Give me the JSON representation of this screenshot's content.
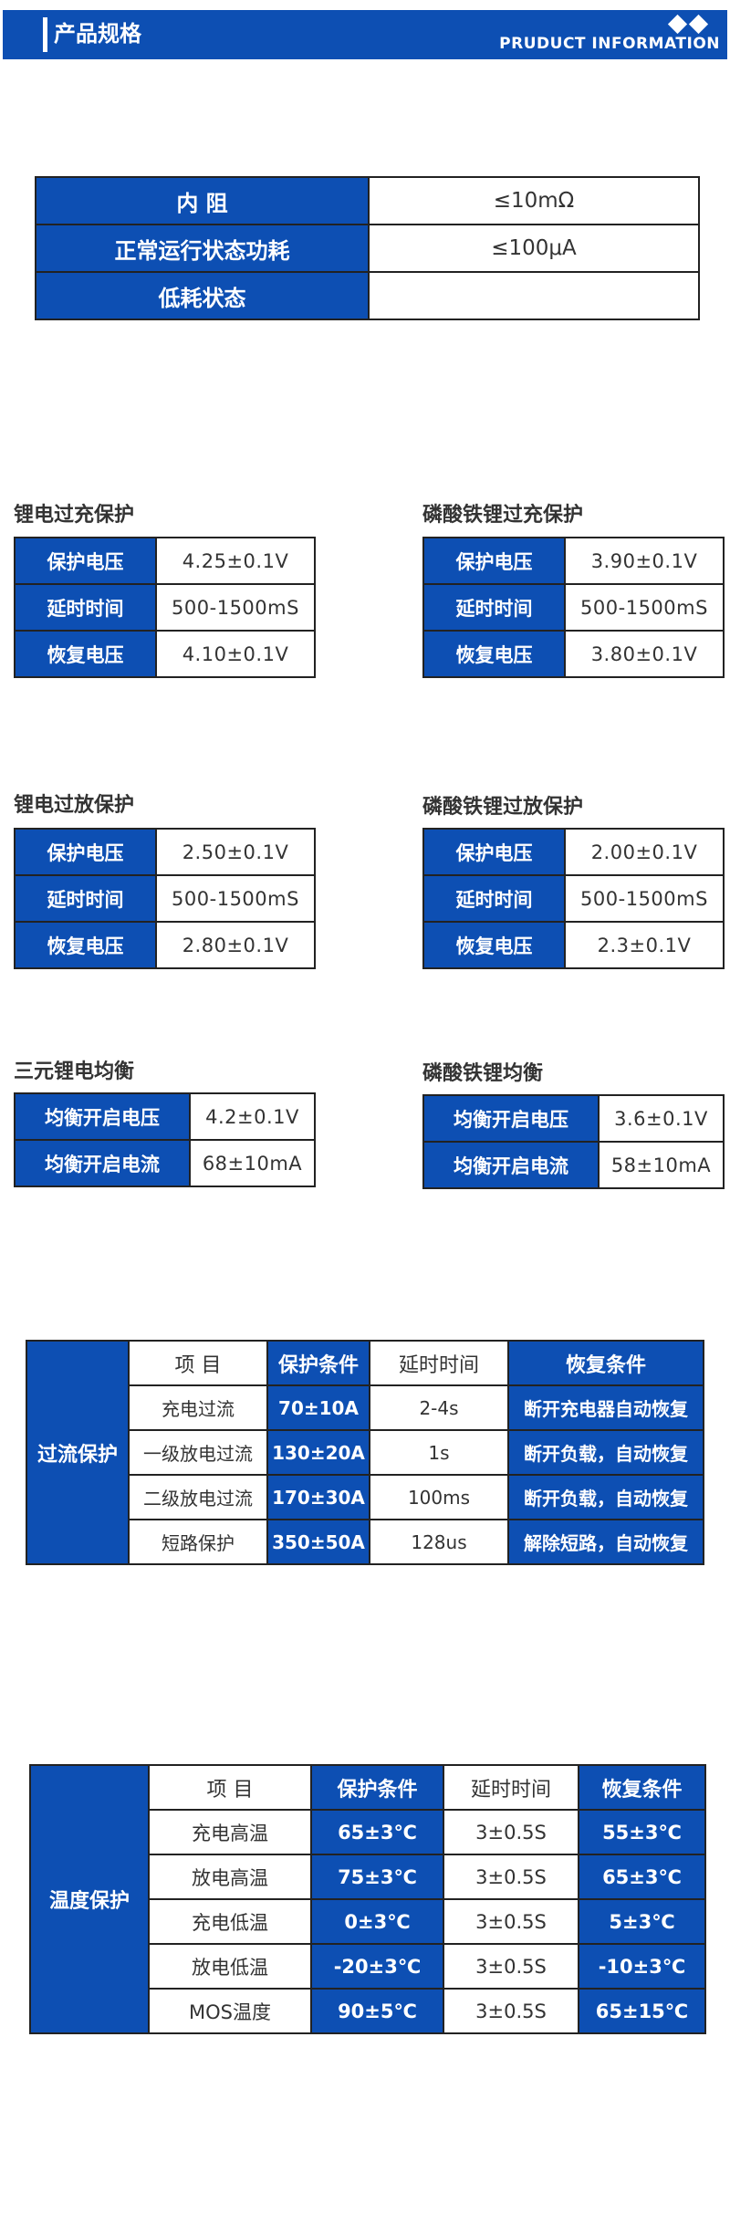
{
  "header": {
    "title": "产品规格",
    "subtitle": "PRUDUCT INFORMATION"
  },
  "main_specs": [
    {
      "label": "内  阻",
      "value": "≤10mΩ"
    },
    {
      "label": "正常运行状态功耗",
      "value": "≤100μA"
    },
    {
      "label": "低耗状态",
      "value": ""
    }
  ],
  "li_overcharge": {
    "title": "锂电过充保护",
    "rows": [
      {
        "label": "保护电压",
        "value": "4.25±0.1V"
      },
      {
        "label": "延时时间",
        "value": "500-1500mS"
      },
      {
        "label": "恢复电压",
        "value": "4.10±0.1V"
      }
    ]
  },
  "lfp_overcharge": {
    "title": "磷酸铁锂过充保护",
    "rows": [
      {
        "label": "保护电压",
        "value": "3.90±0.1V"
      },
      {
        "label": "延时时间",
        "value": "500-1500mS"
      },
      {
        "label": "恢复电压",
        "value": "3.80±0.1V"
      }
    ]
  },
  "li_overdischarge": {
    "title": "锂电过放保护",
    "rows": [
      {
        "label": "保护电压",
        "value": "2.50±0.1V"
      },
      {
        "label": "延时时间",
        "value": "500-1500mS"
      },
      {
        "label": "恢复电压",
        "value": "2.80±0.1V"
      }
    ]
  },
  "lfp_overdischarge": {
    "title": "磷酸铁锂过放保护",
    "rows": [
      {
        "label": "保护电压",
        "value": "2.00±0.1V"
      },
      {
        "label": "延时时间",
        "value": "500-1500mS"
      },
      {
        "label": "恢复电压",
        "value": "2.3±0.1V"
      }
    ]
  },
  "ternary_balance": {
    "title": "三元锂电均衡",
    "rows": [
      {
        "label": "均衡开启电压",
        "value": "4.2±0.1V"
      },
      {
        "label": "均衡开启电流",
        "value": "68±10mA"
      }
    ]
  },
  "lfp_balance": {
    "title": "磷酸铁锂均衡",
    "rows": [
      {
        "label": "均衡开启电压",
        "value": "3.6±0.1V"
      },
      {
        "label": "均衡开启电流",
        "value": "58±10mA"
      }
    ]
  },
  "overcurrent": {
    "side_label": "过流保护",
    "headers": [
      "项  目",
      "保护条件",
      "延时时间",
      "恢复条件"
    ],
    "rows": [
      {
        "item": "充电过流",
        "condition": "70±10A",
        "delay": "2-4s",
        "recovery": "断开充电器自动恢复"
      },
      {
        "item": "一级放电过流",
        "condition": "130±20A",
        "delay": "1s",
        "recovery": "断开负载，自动恢复"
      },
      {
        "item": "二级放电过流",
        "condition": "170±30A",
        "delay": "100ms",
        "recovery": "断开负载，自动恢复"
      },
      {
        "item": "短路保护",
        "condition": "350±50A",
        "delay": "128us",
        "recovery": "解除短路，自动恢复"
      }
    ]
  },
  "temperature": {
    "side_label": "温度保护",
    "headers": [
      "项  目",
      "保护条件",
      "延时时间",
      "恢复条件"
    ],
    "rows": [
      {
        "item": "充电高温",
        "condition": "65±3℃",
        "delay": "3±0.5S",
        "recovery": "55±3℃"
      },
      {
        "item": "放电高温",
        "condition": "75±3℃",
        "delay": "3±0.5S",
        "recovery": "65±3℃"
      },
      {
        "item": "充电低温",
        "condition": "0±3℃",
        "delay": "3±0.5S",
        "recovery": "5±3℃"
      },
      {
        "item": "放电低温",
        "condition": "-20±3℃",
        "delay": "3±0.5S",
        "recovery": "-10±3℃"
      },
      {
        "item": "MOS温度",
        "condition": "90±5℃",
        "delay": "3±0.5S",
        "recovery": "65±15℃"
      }
    ]
  },
  "colors": {
    "brand_blue": "#0d4fb3",
    "border": "#222222"
  }
}
